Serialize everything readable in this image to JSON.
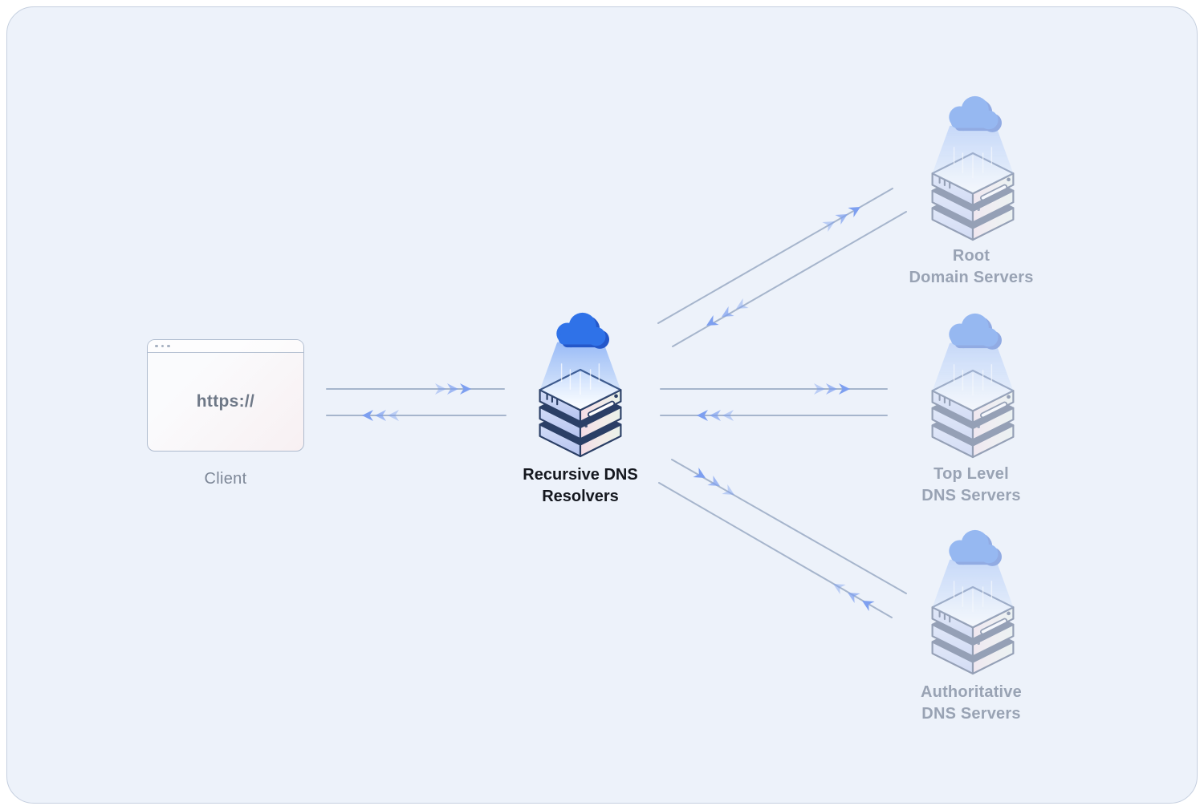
{
  "canvas": {
    "background": "#edf2fa",
    "border_color": "#c5cfdf",
    "outer_background": "#ffffff"
  },
  "colors": {
    "connection_line": "#a6b5cc",
    "arrowhead_blue": "#7d9ff0",
    "cloud_blue": "#2f72e8",
    "server_outline_navy": "#2b3f66",
    "resolver_label_color": "#14171e",
    "faded_label_color": "#99a3b4"
  },
  "client": {
    "url_text": "https://",
    "label": "Client"
  },
  "resolver": {
    "label_line1": "Recursive DNS",
    "label_line2": "Resolvers"
  },
  "servers": {
    "root": {
      "label_line1": "Root",
      "label_line2": "Domain Servers"
    },
    "tld": {
      "label_line1": "Top Level",
      "label_line2": "DNS Servers"
    },
    "authoritative": {
      "label_line1": "Authoritative",
      "label_line2": "DNS Servers"
    }
  }
}
